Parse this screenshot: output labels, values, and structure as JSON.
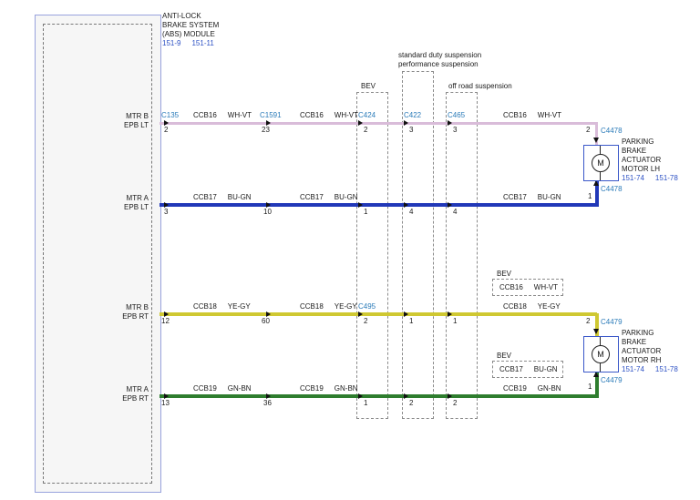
{
  "palette": {
    "wire_whvt": "#d9bcd9",
    "wire_bugn": "#2138b8",
    "wire_yegy": "#cfc832",
    "wire_gnbn": "#2e7d2e",
    "connector_link": "#2b7bb9",
    "page_link": "#2d51c4"
  },
  "abs_module": {
    "title_line1": "ANTI-LOCK",
    "title_line2": "BRAKE SYSTEM",
    "title_line3": "(ABS) MODULE",
    "ref1": "151-9",
    "ref2": "151-11",
    "ports": [
      {
        "line1": "MTR B",
        "line2": "EPB LT"
      },
      {
        "line1": "MTR A",
        "line2": "EPB LT"
      },
      {
        "line1": "MTR B",
        "line2": "EPB RT"
      },
      {
        "line1": "MTR A",
        "line2": "EPB RT"
      }
    ]
  },
  "option_boxes": {
    "bev": "BEV",
    "std_line1": "standard duty suspension",
    "std_line2": "performance suspension",
    "offroad": "off road suspension"
  },
  "bev_inserts": [
    {
      "label": "BEV",
      "circuit": "CCB16",
      "color": "WH-VT"
    },
    {
      "label": "BEV",
      "circuit": "CCB17",
      "color": "BU-GN"
    }
  ],
  "wires": [
    {
      "circuit": "CCB16",
      "color": "WH-VT",
      "hex": "#d9bcd9",
      "module_conn": "C135",
      "module_pin": "2",
      "mid_conn": "C1591",
      "mid_pin": "23",
      "box_a_conn": "C424",
      "box_a_pin": "2",
      "box_b_conn": "C422",
      "box_b_pin": "3",
      "box_c_conn": "C465",
      "box_c_pin": "3",
      "end_pin": "2",
      "end_conn": "C4478"
    },
    {
      "circuit": "CCB17",
      "color": "BU-GN",
      "hex": "#2138b8",
      "module_pin": "3",
      "mid_pin": "10",
      "box_a_pin": "1",
      "box_b_pin": "4",
      "box_c_pin": "4",
      "end_pin": "1",
      "end_conn": "C4478"
    },
    {
      "circuit": "CCB18",
      "color": "YE-GY",
      "hex": "#cfc832",
      "module_pin": "12",
      "mid_pin": "60",
      "box_a_conn": "C495",
      "box_a_pin": "2",
      "box_b_pin": "1",
      "box_c_pin": "1",
      "end_pin": "2",
      "end_conn": "C4479"
    },
    {
      "circuit": "CCB19",
      "color": "GN-BN",
      "hex": "#2e7d2e",
      "module_pin": "13",
      "mid_pin": "36",
      "box_a_pin": "1",
      "box_b_pin": "2",
      "box_c_pin": "2",
      "end_pin": "1",
      "end_conn": "C4479"
    }
  ],
  "motors": [
    {
      "symbol": "M",
      "line1": "PARKING",
      "line2": "BRAKE",
      "line3": "ACTUATOR",
      "line4": "MOTOR LH",
      "ref1": "151-74",
      "ref2": "151-78"
    },
    {
      "symbol": "M",
      "line1": "PARKING",
      "line2": "BRAKE",
      "line3": "ACTUATOR",
      "line4": "MOTOR RH",
      "ref1": "151-74",
      "ref2": "151-78"
    }
  ]
}
